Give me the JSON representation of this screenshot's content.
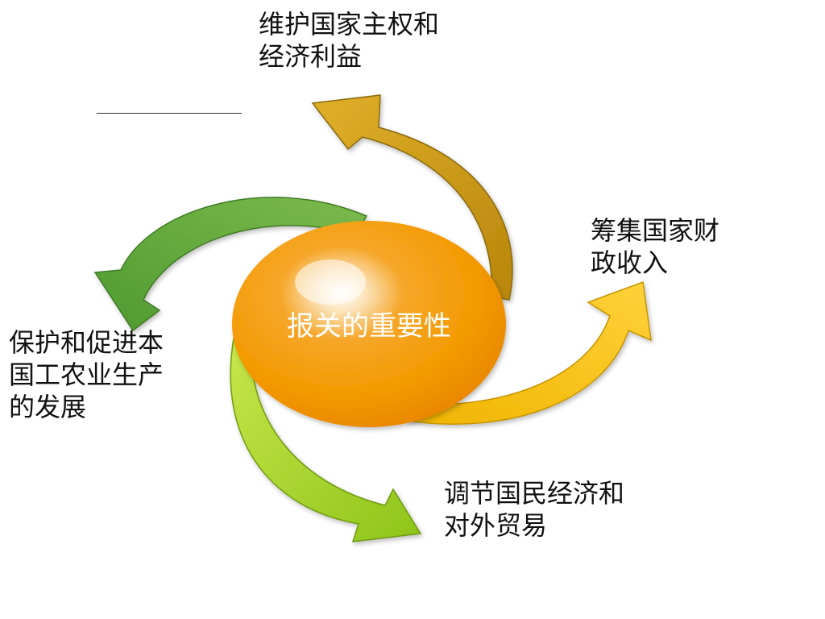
{
  "diagram": {
    "center": {
      "label": "报关的重要性"
    },
    "nodes": [
      {
        "id": "sovereignty",
        "lines": [
          "维护国家主权和",
          "经济利益"
        ],
        "arrow_color": "#c49a12"
      },
      {
        "id": "revenue",
        "lines": [
          "筹集国家财",
          "政收入"
        ],
        "arrow_color": "#f5c300"
      },
      {
        "id": "regulation",
        "lines": [
          "调节国民经济和",
          "对外贸易"
        ],
        "arrow_color": "#9fcc22"
      },
      {
        "id": "production",
        "lines": [
          "保护和促进本",
          "国工农业生产",
          "的发展"
        ],
        "arrow_color": "#5fa63a"
      }
    ],
    "center_color": "#f39a00"
  }
}
